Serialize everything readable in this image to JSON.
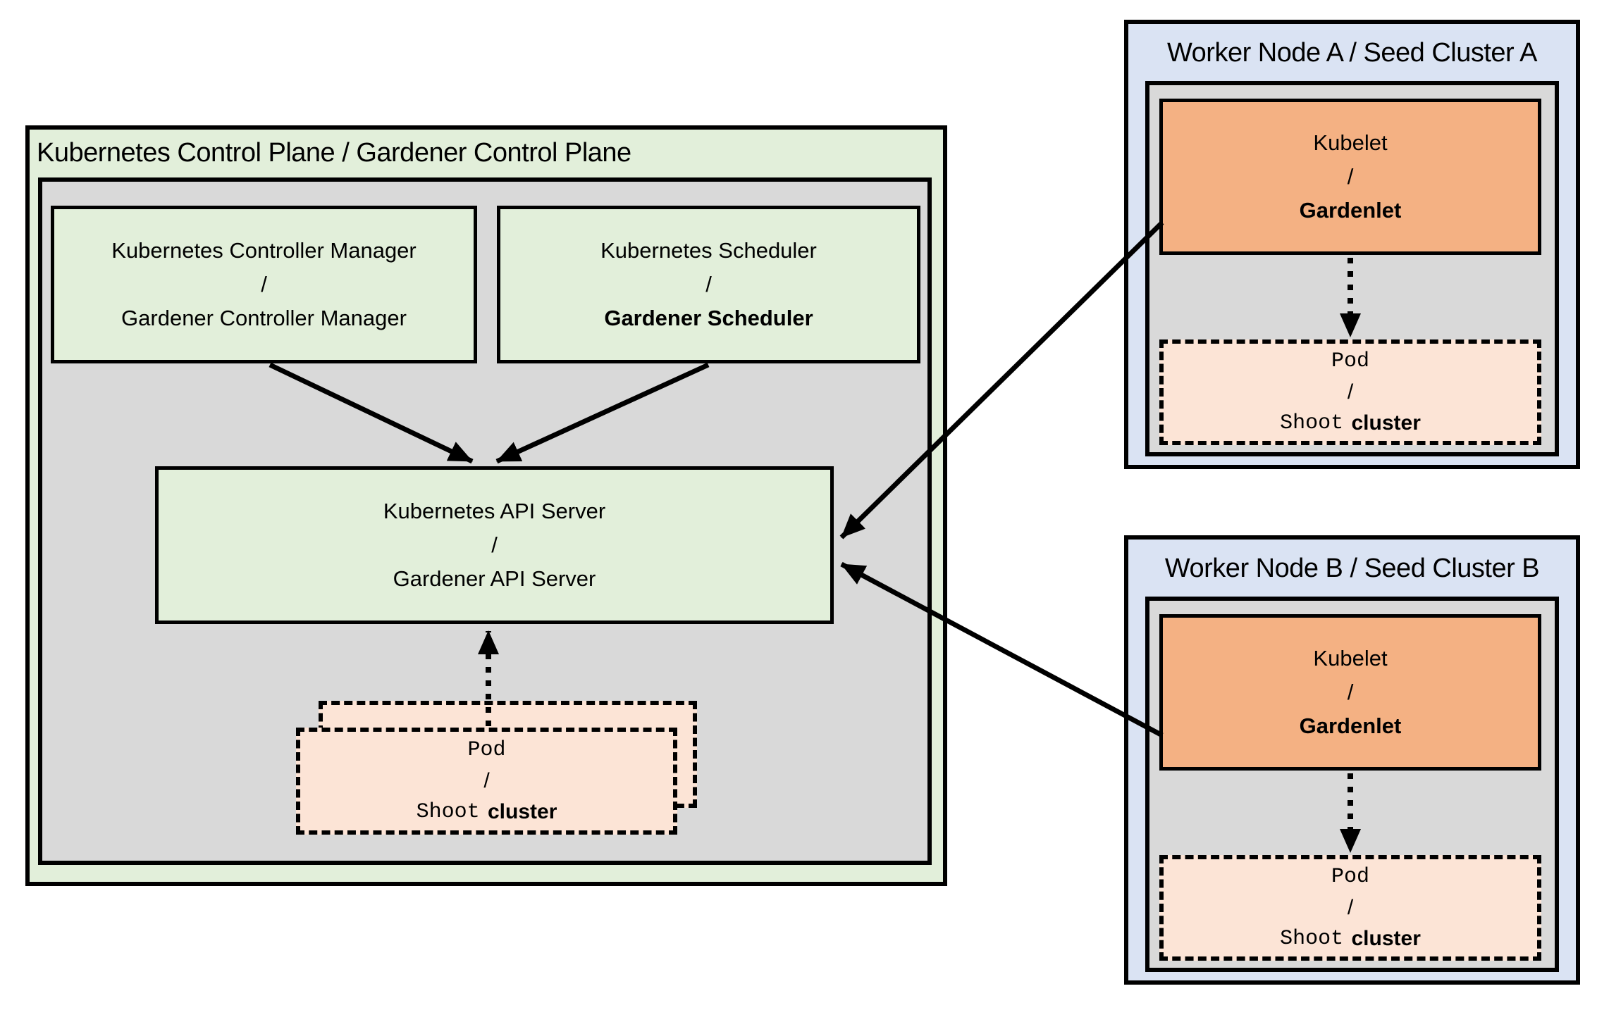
{
  "colors": {
    "control_plane_fill": "#e2efda",
    "inner_gray_fill": "#d9d9d9",
    "worker_node_fill": "#dae3f3",
    "kubelet_fill": "#f4b183",
    "pod_fill": "#fce4d6",
    "border": "#000000"
  },
  "control_plane": {
    "title": "Kubernetes Control Plane / Gardener Control Plane",
    "controller_manager": {
      "line1": "Kubernetes Controller Manager",
      "separator": "/",
      "line2": "Gardener Controller Manager"
    },
    "scheduler": {
      "line1": "Kubernetes Scheduler",
      "separator": "/",
      "line2": "Gardener Scheduler"
    },
    "api_server": {
      "line1": "Kubernetes API Server",
      "separator": "/",
      "line2": "Gardener API Server"
    },
    "pod_stack": {
      "line1": "Pod",
      "separator": "/",
      "line2_code": "Shoot",
      "line2_plain": "cluster"
    }
  },
  "worker_node_a": {
    "title": "Worker Node A / Seed Cluster A",
    "kubelet": {
      "line1": "Kubelet",
      "separator": "/",
      "line2": "Gardenlet"
    },
    "pod": {
      "line1": "Pod",
      "separator": "/",
      "line2_code": "Shoot",
      "line2_plain": "cluster"
    }
  },
  "worker_node_b": {
    "title": "Worker Node B / Seed Cluster B",
    "kubelet": {
      "line1": "Kubelet",
      "separator": "/",
      "line2": "Gardenlet"
    },
    "pod": {
      "line1": "Pod",
      "separator": "/",
      "line2_code": "Shoot",
      "line2_plain": "cluster"
    }
  }
}
